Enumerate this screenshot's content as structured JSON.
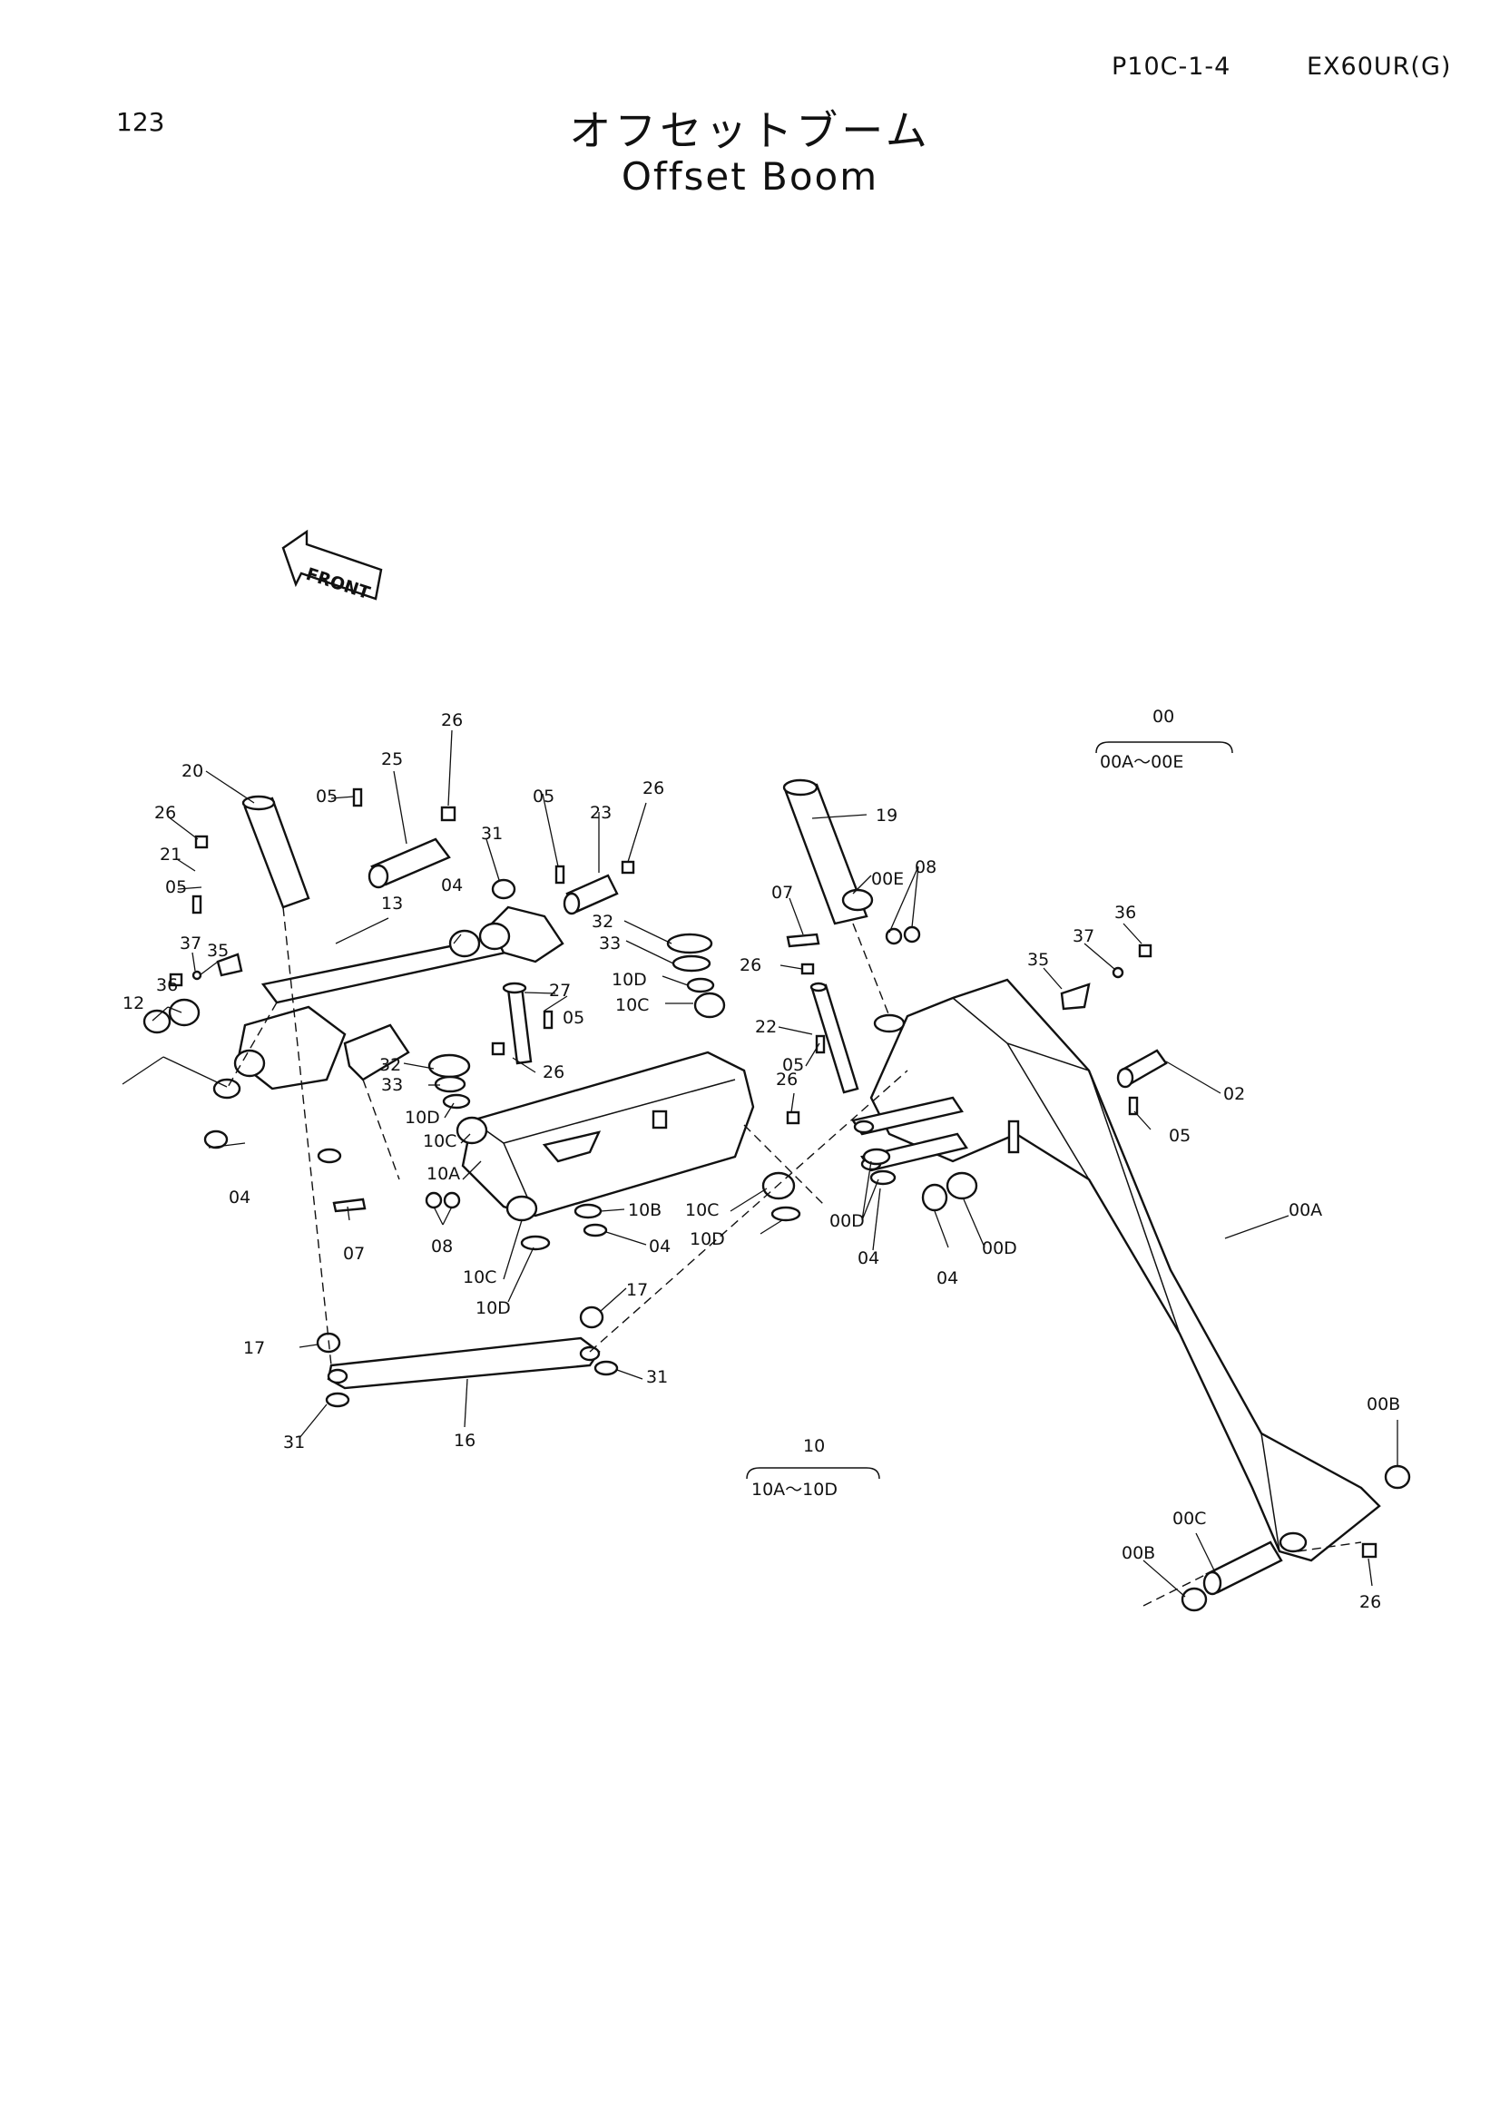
{
  "header": {
    "page_number": "123",
    "ref_code": "P10C-1-4",
    "model_code": "EX60UR(G)",
    "title_jp": "オフセットブーム",
    "title_en": "Offset Boom"
  },
  "front_arrow_label": "FRONT",
  "group_00": {
    "number": "00",
    "range": "00A～00E"
  },
  "group_10": {
    "number": "10",
    "range": "10A～10D"
  },
  "labels": {
    "l_26_a": "26",
    "l_25": "25",
    "l_20": "20",
    "l_26_b": "26",
    "l_05_a": "05",
    "l_21": "21",
    "l_05_b": "05",
    "l_13": "13",
    "l_31_a": "31",
    "l_04_a": "04",
    "l_05_c": "05",
    "l_23": "23",
    "l_26_c": "26",
    "l_19": "19",
    "l_07_a": "07",
    "l_00E": "00E",
    "l_08_a": "08",
    "l_36_a": "36",
    "l_37_a": "37",
    "l_35_a": "35",
    "l_35_b": "35",
    "l_37_b": "37",
    "l_36_b": "36",
    "l_12": "12",
    "l_32_a": "32",
    "l_33_a": "33",
    "l_10D_a": "10D",
    "l_10C_a": "10C",
    "l_27": "27",
    "l_05_d": "05",
    "l_32_b": "32",
    "l_33_b": "33",
    "l_10D_b": "10D",
    "l_10C_b": "10C",
    "l_26_d": "26",
    "l_26_e": "26",
    "l_22": "22",
    "l_05_e": "05",
    "l_26_f": "26",
    "l_02": "02",
    "l_05_f": "05",
    "l_10A": "10A",
    "l_10B": "10B",
    "l_10C_c": "10C",
    "l_04_b": "04",
    "l_10D_c": "10D",
    "l_04_c": "04",
    "l_07_b": "07",
    "l_08_b": "08",
    "l_10C_d": "10C",
    "l_10D_d": "10D",
    "l_00D_a": "00D",
    "l_04_d": "04",
    "l_04_e": "04",
    "l_00D_b": "00D",
    "l_00A": "00A",
    "l_17_a": "17",
    "l_17_b": "17",
    "l_31_b": "31",
    "l_31_c": "31",
    "l_16": "16",
    "l_00B_a": "00B",
    "l_00C": "00C",
    "l_00B_b": "00B",
    "l_26_g": "26"
  }
}
